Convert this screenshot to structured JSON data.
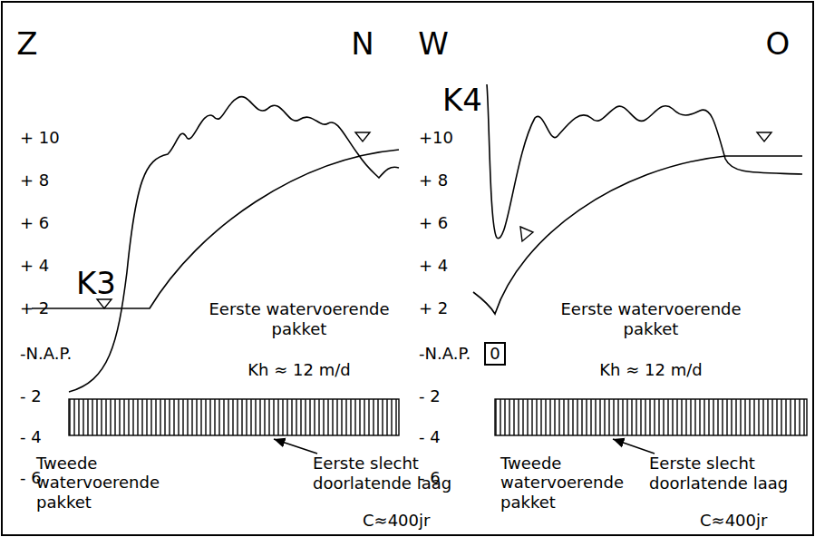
{
  "diagram": {
    "nodes": [
      {
        "text": [
          "0"
        ]
      }
    ],
    "edges": [],
    "labels": [
      "Z",
      "N",
      "W",
      "O",
      "+ 10",
      "+ 8",
      "+ 6",
      "+ 4",
      "+ 2",
      "-N.A.P.",
      "- 2",
      "- 4",
      "- 6",
      "+10",
      "+ 8",
      "+ 6",
      "+ 4",
      "+ 2",
      "-N.A.P.",
      "- 2",
      "- 4",
      "- 6",
      "K3",
      "K4",
      "Eerste watervoerende pakket",
      "Kh ≈ 12 m/d",
      "Tweede watervoerende pakket",
      "Eerste slecht doorlatende laag",
      "C≈400jr",
      "Eerste watervoerende pakket",
      "Kh ≈ 12 m/d",
      "Tweede watervoerende pakket",
      "Eerste slecht doorlatende laag",
      "C≈400jr"
    ]
  }
}
